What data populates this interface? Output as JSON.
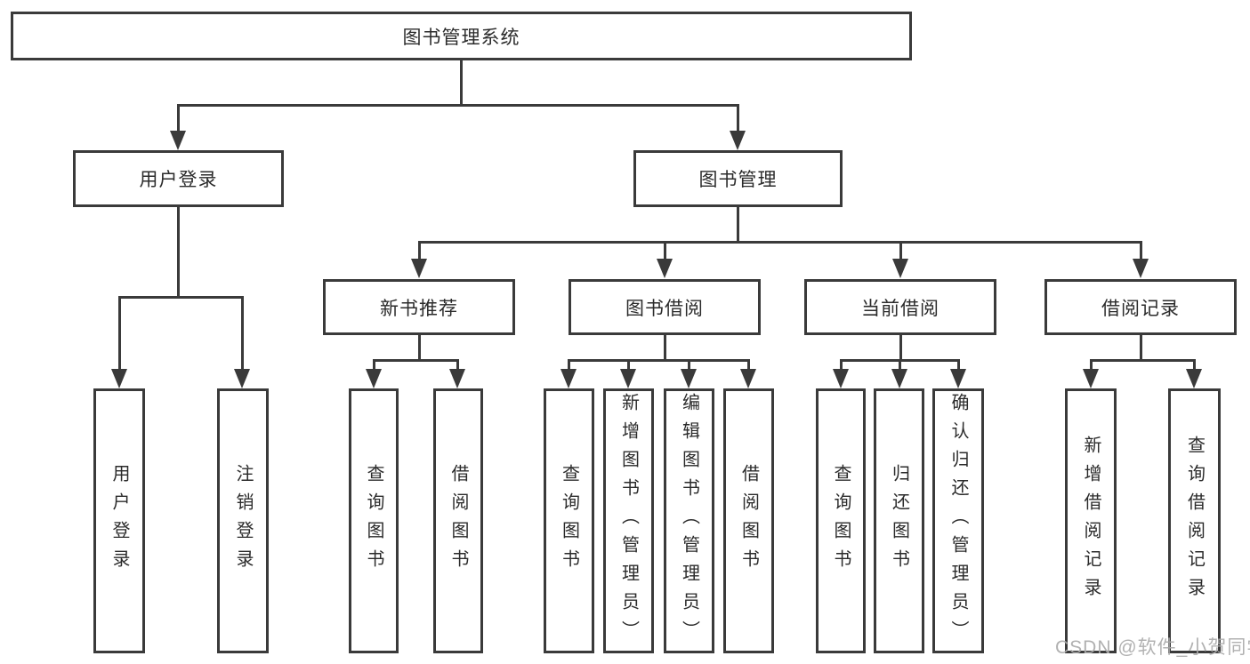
{
  "diagram": {
    "root": {
      "label": "图书管理系统"
    },
    "branches": [
      {
        "label": "用户登录",
        "children": [
          {
            "label": "用户登录"
          },
          {
            "label": "注销登录"
          }
        ]
      },
      {
        "label": "图书管理",
        "children": [
          {
            "label": "新书推荐",
            "children": [
              {
                "label": "查询图书"
              },
              {
                "label": "借阅图书"
              }
            ]
          },
          {
            "label": "图书借阅",
            "children": [
              {
                "label": "查询图书"
              },
              {
                "label": "新增图书（管理员）"
              },
              {
                "label": "编辑图书（管理员）"
              },
              {
                "label": "借阅图书"
              }
            ]
          },
          {
            "label": "当前借阅",
            "children": [
              {
                "label": "查询图书"
              },
              {
                "label": "归还图书"
              },
              {
                "label": "确认归还（管理员）"
              }
            ]
          },
          {
            "label": "借阅记录",
            "children": [
              {
                "label": "新增借阅记录"
              },
              {
                "label": "查询借阅记录"
              }
            ]
          }
        ]
      }
    ]
  },
  "watermark": {
    "text": "CSDN @软件_小贺同学"
  },
  "colors": {
    "line": "#3a3a3a",
    "box_border": "#3a3a3a",
    "box_fill": "#ffffff",
    "text": "#2b2b2b",
    "watermark": "#ababab",
    "background": "#ffffff"
  }
}
